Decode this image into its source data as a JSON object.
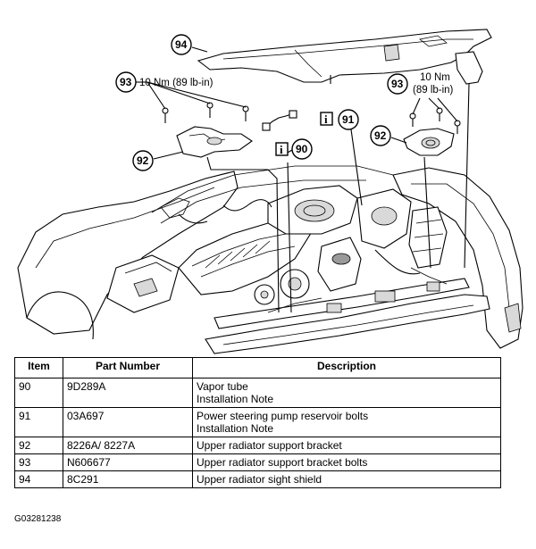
{
  "callouts": {
    "c94": "94",
    "c93_left": "93",
    "c93_right": "93",
    "c92_left": "92",
    "c92_right": "92",
    "c91": "91",
    "c90": "90"
  },
  "torque": {
    "left": "10 Nm (89 lb-in)",
    "right_line1": "10 Nm",
    "right_line2": "(89 lb-in)"
  },
  "info_marker": "i",
  "table": {
    "headers": {
      "item": "Item",
      "part_number": "Part Number",
      "description": "Description"
    },
    "rows": [
      {
        "item": "90",
        "part_number": "9D289A",
        "desc_line1": "Vapor tube",
        "desc_line2": "Installation Note"
      },
      {
        "item": "91",
        "part_number": "03A697",
        "desc_line1": "Power steering pump reservoir bolts",
        "desc_line2": "Installation Note"
      },
      {
        "item": "92",
        "part_number": "8226A/ 8227A",
        "desc_line1": "Upper radiator support bracket"
      },
      {
        "item": "93",
        "part_number": "N606677",
        "desc_line1": "Upper radiator support bracket bolts"
      },
      {
        "item": "94",
        "part_number": "8C291",
        "desc_line1": "Upper radiator sight shield"
      }
    ]
  },
  "figure_code": "G03281238"
}
